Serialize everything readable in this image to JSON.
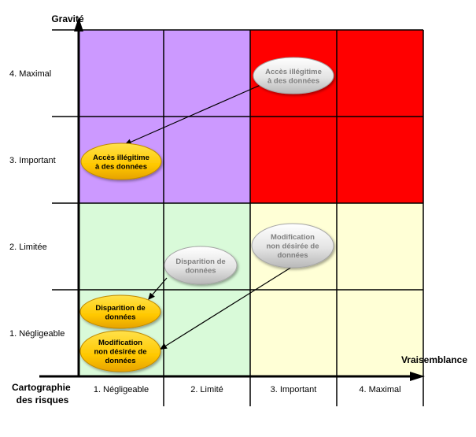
{
  "y_axis_title": "Gravité",
  "x_axis_title": "Vraisemblance",
  "corner_label": [
    "Cartographie",
    "des risques"
  ],
  "y_levels": [
    "4. Maximal",
    "3. Important",
    "2. Limitée",
    "1. Négligeable"
  ],
  "x_levels": [
    "1. Négligeable",
    "2. Limité",
    "3. Important",
    "4. Maximal"
  ],
  "zone_colors": {
    "purple": "#cc99ff",
    "red": "#ff0000",
    "green": "#d9fad9",
    "yellow": "#ffffd6"
  },
  "grid": [
    [
      "purple",
      "purple",
      "red",
      "red"
    ],
    [
      "purple",
      "purple",
      "red",
      "red"
    ],
    [
      "green",
      "green",
      "yellow",
      "yellow"
    ],
    [
      "green",
      "green",
      "yellow",
      "yellow"
    ]
  ],
  "risks": [
    {
      "id": "acces-before",
      "state": "before",
      "lines": [
        "Accès illégitime",
        "à des données"
      ],
      "gravity": 4,
      "likelihood": 3
    },
    {
      "id": "acces-after",
      "state": "after",
      "lines": [
        "Accès illégitime",
        "à des données"
      ],
      "gravity": 3,
      "likelihood": 1
    },
    {
      "id": "disparition-before",
      "state": "before",
      "lines": [
        "Disparition de",
        "données"
      ],
      "gravity": 2,
      "likelihood": 2
    },
    {
      "id": "disparition-after",
      "state": "after",
      "lines": [
        "Disparition de",
        "données"
      ],
      "gravity": 1,
      "likelihood": 1
    },
    {
      "id": "modification-before",
      "state": "before",
      "lines": [
        "Modification",
        "non désirée de",
        "données"
      ],
      "gravity": 2,
      "likelihood": 3
    },
    {
      "id": "modification-after",
      "state": "after",
      "lines": [
        "Modification",
        "non désirée de",
        "données"
      ],
      "gravity": 1,
      "likelihood": 1
    }
  ],
  "arrows": [
    {
      "from": "acces-before",
      "to": "acces-after"
    },
    {
      "from": "disparition-before",
      "to": "disparition-after"
    },
    {
      "from": "modification-before",
      "to": "modification-after"
    }
  ]
}
